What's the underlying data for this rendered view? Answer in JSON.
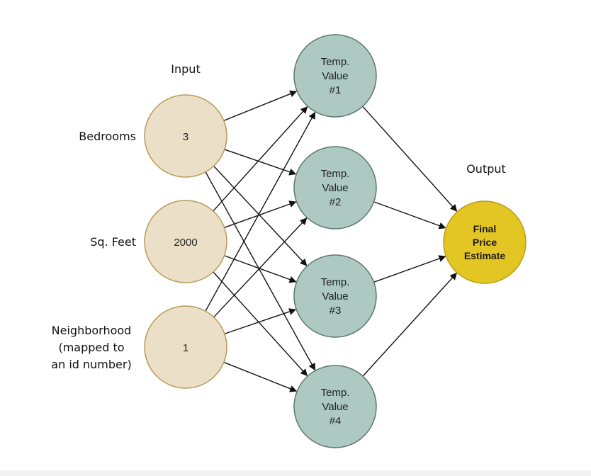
{
  "titles": {
    "input": "Input",
    "output": "Output"
  },
  "inputs": [
    {
      "label_lines": [
        "Bedrooms"
      ],
      "value": "3"
    },
    {
      "label_lines": [
        "Sq. Feet"
      ],
      "value": "2000"
    },
    {
      "label_lines": [
        "Neighborhood",
        "(mapped to",
        "an id number)"
      ],
      "value": "1"
    }
  ],
  "hidden": [
    {
      "lines": [
        "Temp.",
        "Value",
        "#1"
      ]
    },
    {
      "lines": [
        "Temp.",
        "Value",
        "#2"
      ]
    },
    {
      "lines": [
        "Temp.",
        "Value",
        "#3"
      ]
    },
    {
      "lines": [
        "Temp.",
        "Value",
        "#4"
      ]
    }
  ],
  "output": {
    "lines": [
      "Final",
      "Price",
      "Estimate"
    ]
  },
  "colors": {
    "input_fill": "#ebdfc7",
    "input_stroke": "#b79a57",
    "hidden_fill": "#adc9c1",
    "hidden_stroke": "#5d7770",
    "output_fill": "#e3c523",
    "output_stroke": "#b89f16",
    "edge": "#111111"
  }
}
